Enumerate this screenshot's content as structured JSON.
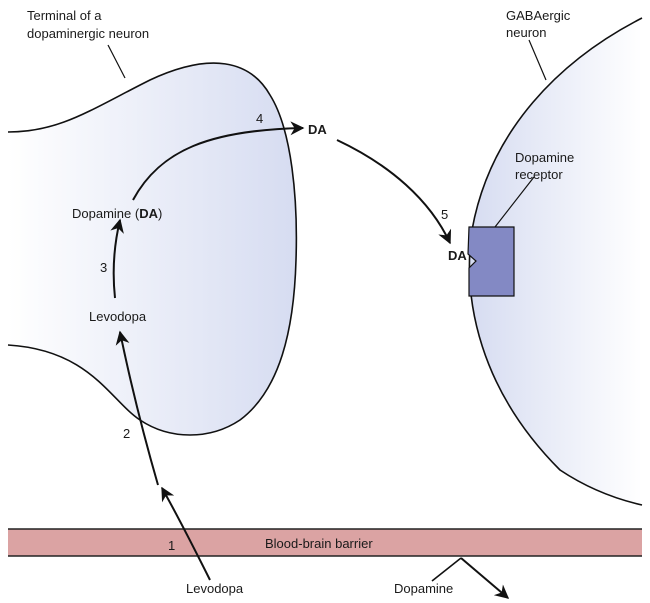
{
  "labels": {
    "terminal_line1": "Terminal of a",
    "terminal_line2": "dopaminergic neuron",
    "gaba_line1": "GABAergic",
    "gaba_line2": "neuron",
    "receptor_line1": "Dopamine",
    "receptor_line2": "receptor",
    "dopamine_prefix": "Dopamine (",
    "dopamine_abbr": "DA",
    "dopamine_suffix": ")",
    "levodopa_inner": "Levodopa",
    "levodopa_outer": "Levodopa",
    "da_synapse": "DA",
    "da_receptor": "DA",
    "barrier": "Blood-brain barrier",
    "dopamine_outer": "Dopamine"
  },
  "steps": [
    "1",
    "2",
    "3",
    "4",
    "5"
  ],
  "colors": {
    "cell_fill": "#d8dff2",
    "receptor_fill": "#8389c4",
    "barrier_fill": "#dba3a3",
    "stroke": "#111111"
  }
}
